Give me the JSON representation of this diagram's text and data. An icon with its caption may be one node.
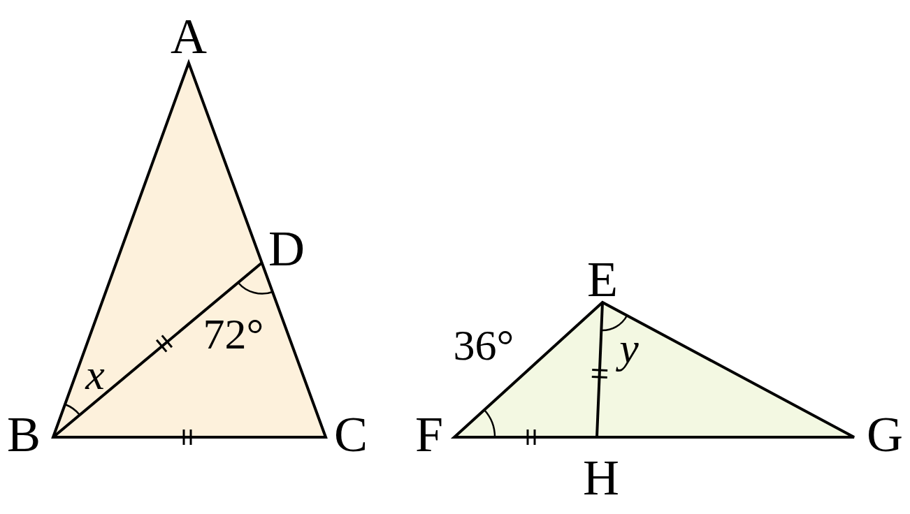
{
  "diagram": {
    "labels": [
      "A",
      "D",
      "E",
      "36°",
      "x",
      "72°",
      "y",
      "B",
      "C",
      "F",
      "H",
      "G"
    ]
  }
}
